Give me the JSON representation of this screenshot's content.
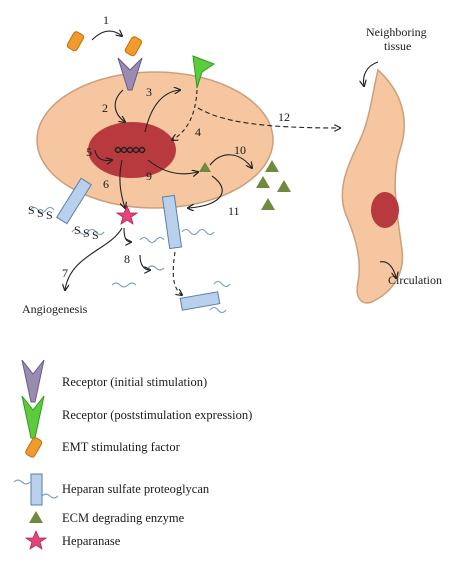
{
  "labels": {
    "neighboring_tissue": [
      "Neighboring",
      "tissue"
    ],
    "angiogenesis": "Angiogenesis",
    "circulation": "Circulation",
    "dna_text": "≈≈≈≈≈"
  },
  "step_numbers": [
    "1",
    "2",
    "3",
    "4",
    "5",
    "6",
    "7",
    "8",
    "9",
    "10",
    "11",
    "12"
  ],
  "sulfate_marks": [
    "S",
    "S",
    "S",
    "S",
    "S",
    "S"
  ],
  "legend": [
    {
      "icon": "receptor-initial-icon",
      "label": "Receptor (initial stimulation)"
    },
    {
      "icon": "receptor-poststim-icon",
      "label": "Receptor (poststimulation expression)"
    },
    {
      "icon": "emt-factor-icon",
      "label": "EMT stimulating factor"
    },
    {
      "icon": "hspg-icon",
      "label": "Heparan sulfate proteoglycan"
    },
    {
      "icon": "ecm-enzyme-icon",
      "label": "ECM degrading enzyme"
    },
    {
      "icon": "heparanase-icon",
      "label": "Heparanase"
    }
  ],
  "colors": {
    "cell_fill": "#f6c6a0",
    "cell_stroke": "#caa07c",
    "nucleus": "#b83a3e",
    "receptor_initial": "#9a8bb0",
    "receptor_post": "#5ccc3c",
    "emt_factor": "#f29a2e",
    "hspg": "#b9d0ec",
    "enzyme": "#6e8a3c",
    "heparanase": "#e6457a"
  }
}
